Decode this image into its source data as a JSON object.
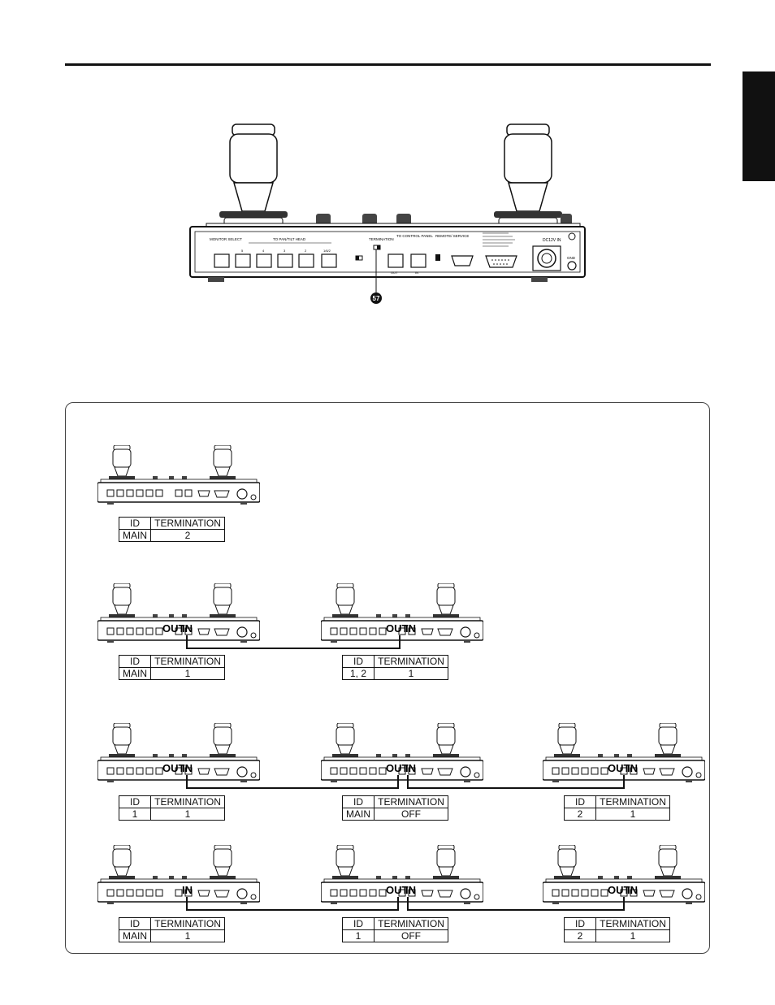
{
  "main_figure": {
    "callout": "57",
    "panel_labels": {
      "monitor_select": "MONITOR SELECT",
      "to_pantilt_head": "TO PAN/TILT HEAD",
      "termination": "TERMINATION",
      "to_control_panel": "TO CONTROL PANEL",
      "remote_service": "REMOTE/ SERVICE",
      "dc_in": "DC12V IN",
      "gnd": "GND",
      "port_numbers": [
        "5",
        "4",
        "3",
        "2",
        "1/6/2"
      ],
      "out": "OUT",
      "in": "IN"
    }
  },
  "connector_labels": {
    "out": "OUT",
    "in": "IN"
  },
  "config_headers": {
    "id": "ID",
    "termination": "TERMINATION"
  },
  "examples": [
    {
      "row": 1,
      "units": [
        {
          "id": "MAIN",
          "termination": "2"
        }
      ]
    },
    {
      "row": 2,
      "units": [
        {
          "id": "MAIN",
          "termination": "1"
        },
        {
          "id": "1, 2",
          "termination": "1"
        }
      ]
    },
    {
      "row": 3,
      "units": [
        {
          "id": "1",
          "termination": "1"
        },
        {
          "id": "MAIN",
          "termination": "OFF"
        },
        {
          "id": "2",
          "termination": "1"
        }
      ]
    },
    {
      "row": 4,
      "units": [
        {
          "id": "MAIN",
          "termination": "1"
        },
        {
          "id": "1",
          "termination": "OFF"
        },
        {
          "id": "2",
          "termination": "1"
        }
      ]
    }
  ]
}
